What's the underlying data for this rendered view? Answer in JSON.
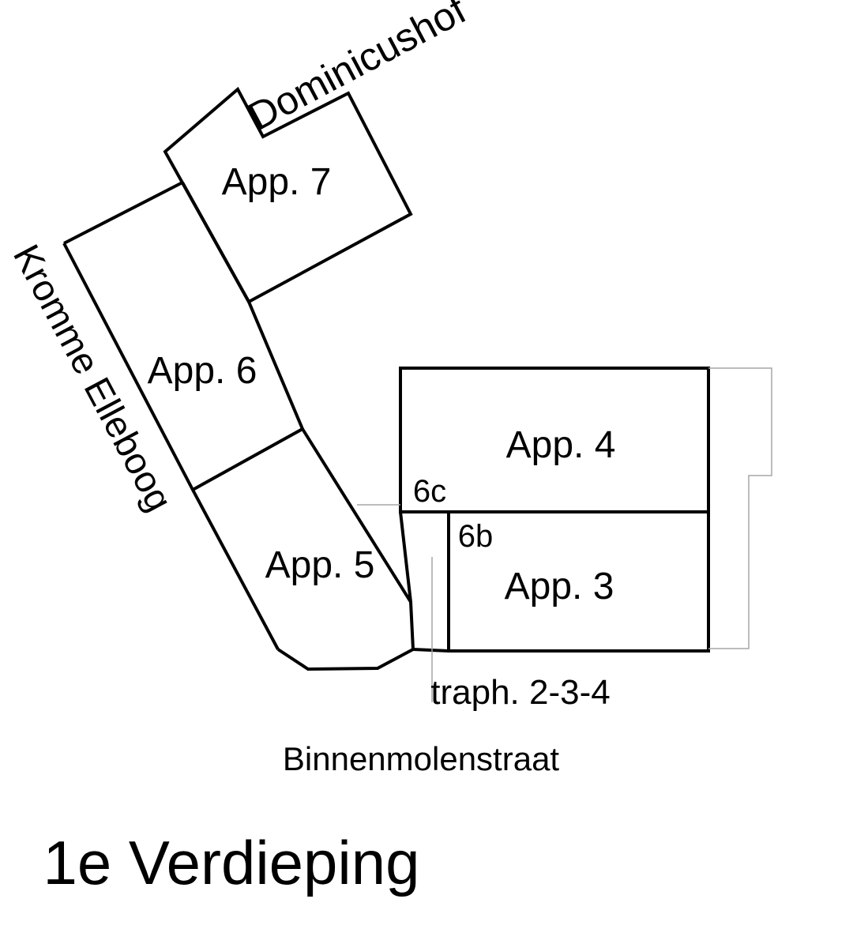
{
  "diagram": {
    "type": "floor-plan",
    "title": "1e Verdieping",
    "streets": {
      "dominicushof": "Dominicushof",
      "kromme_elleboog": "Kromme Elleboog",
      "binnenmolenstraat": "Binnenmolenstraat"
    },
    "apartments": {
      "app7": "App. 7",
      "app6": "App. 6",
      "app5": "App. 5",
      "app4": "App. 4",
      "app3": "App. 3"
    },
    "stairwells": {
      "s6c": "6c",
      "s6b": "6b",
      "traph": "traph. 2-3-4"
    },
    "colors": {
      "wall": "#000000",
      "thin_line": "#a6a6a6",
      "background": "#ffffff",
      "text": "#000000"
    }
  }
}
